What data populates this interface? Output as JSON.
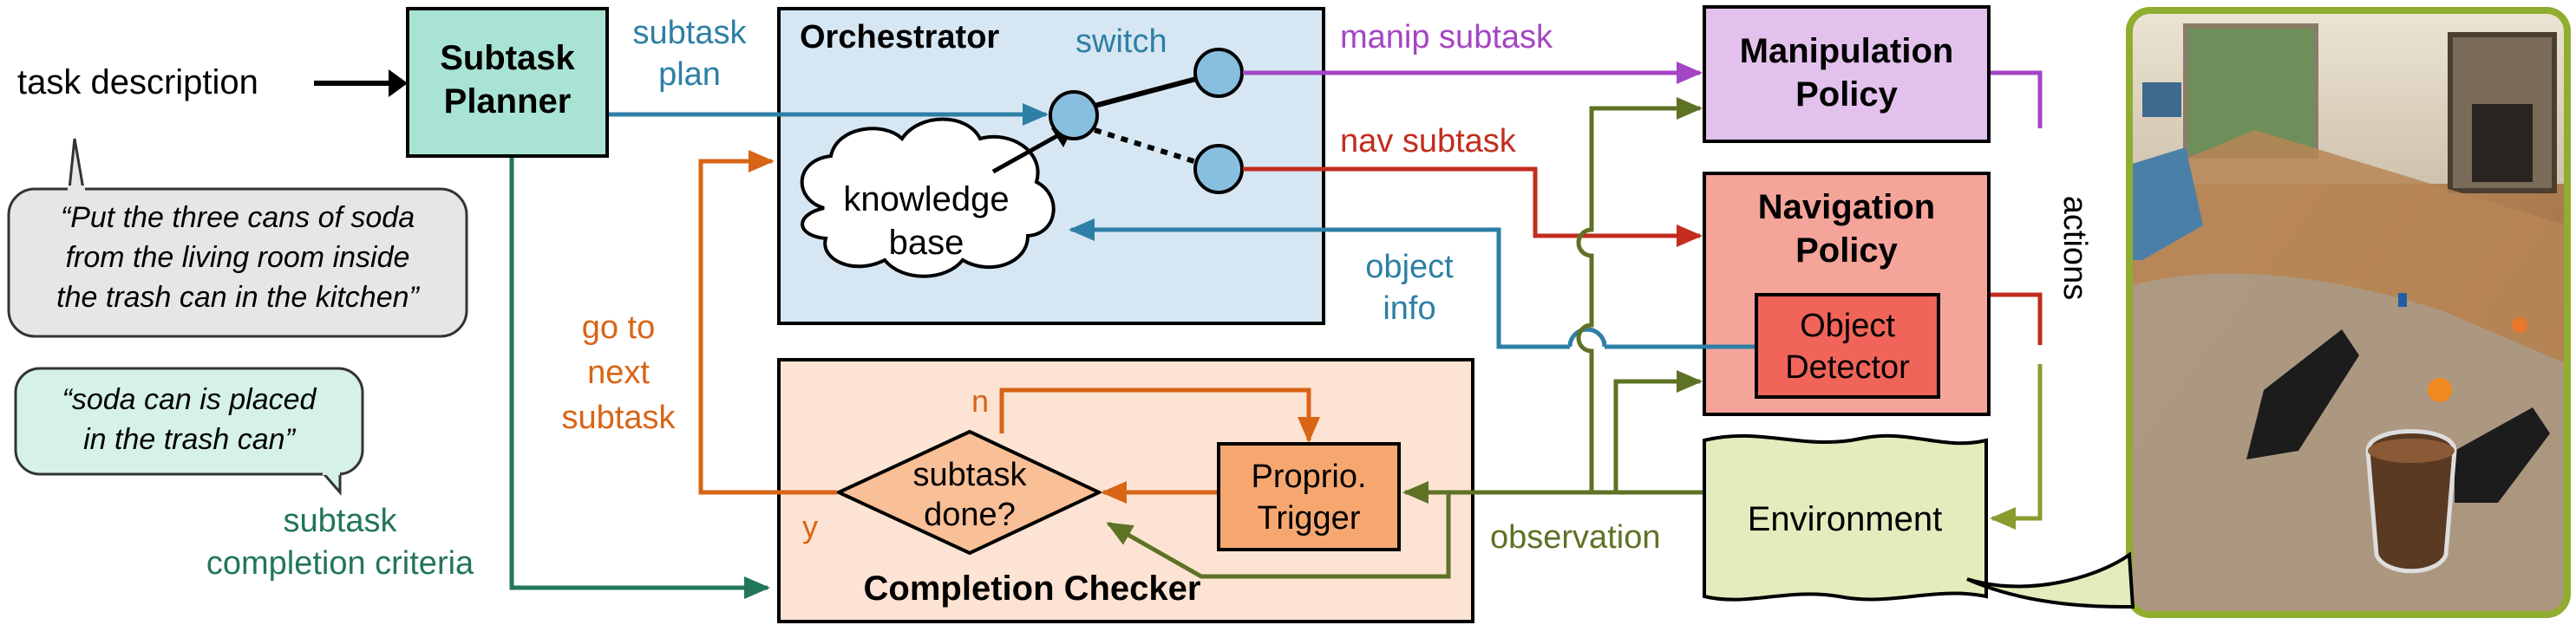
{
  "inputs": {
    "task_description": "task description",
    "task_quote": [
      "“Put the three cans of soda",
      "from the living room inside",
      "the trash can in the kitchen”"
    ],
    "criteria_quote": [
      "“soda can is placed",
      "in the trash can”"
    ],
    "criteria_label": [
      "subtask",
      "completion criteria"
    ]
  },
  "planner": {
    "title": [
      "Subtask",
      "Planner"
    ]
  },
  "orchestrator": {
    "title": "Orchestrator",
    "switch_label": "switch",
    "knowledge_base": [
      "knowledge",
      "base"
    ]
  },
  "completion_checker": {
    "title": "Completion Checker",
    "decision": [
      "subtask",
      "done?"
    ],
    "trigger": [
      "Proprio.",
      "Trigger"
    ],
    "no_label": "n",
    "yes_label": "y"
  },
  "policies": {
    "manipulation": [
      "Manipulation",
      "Policy"
    ],
    "navigation": [
      "Navigation",
      "Policy"
    ],
    "detector": [
      "Object",
      "Detector"
    ]
  },
  "environment": {
    "label": "Environment"
  },
  "edge_labels": {
    "subtask_plan": [
      "subtask",
      "plan"
    ],
    "manip_subtask": "manip subtask",
    "nav_subtask": "nav subtask",
    "object_info": [
      "object",
      "info"
    ],
    "go_next": [
      "go to",
      "next",
      "subtask"
    ],
    "observation": "observation",
    "actions": "actions"
  },
  "colors": {
    "planner_fill": "#a9e3d4",
    "orchestrator_fill": "#d6e7f3",
    "checker_fill": "#fde3d3",
    "manip_fill": "#e2c2ec",
    "nav_fill": "#f5a49a",
    "detector_fill": "#f0645a",
    "trigger_fill": "#f6a770",
    "decision_fill": "#f9bf97",
    "env_fill": "#e2ecbd",
    "blue": "#2e7fa5",
    "purple": "#a445c4",
    "red": "#c22d1e",
    "orange": "#d86416",
    "olive": "#5e7226",
    "green": "#22765a",
    "khaki": "#8a9b30"
  }
}
